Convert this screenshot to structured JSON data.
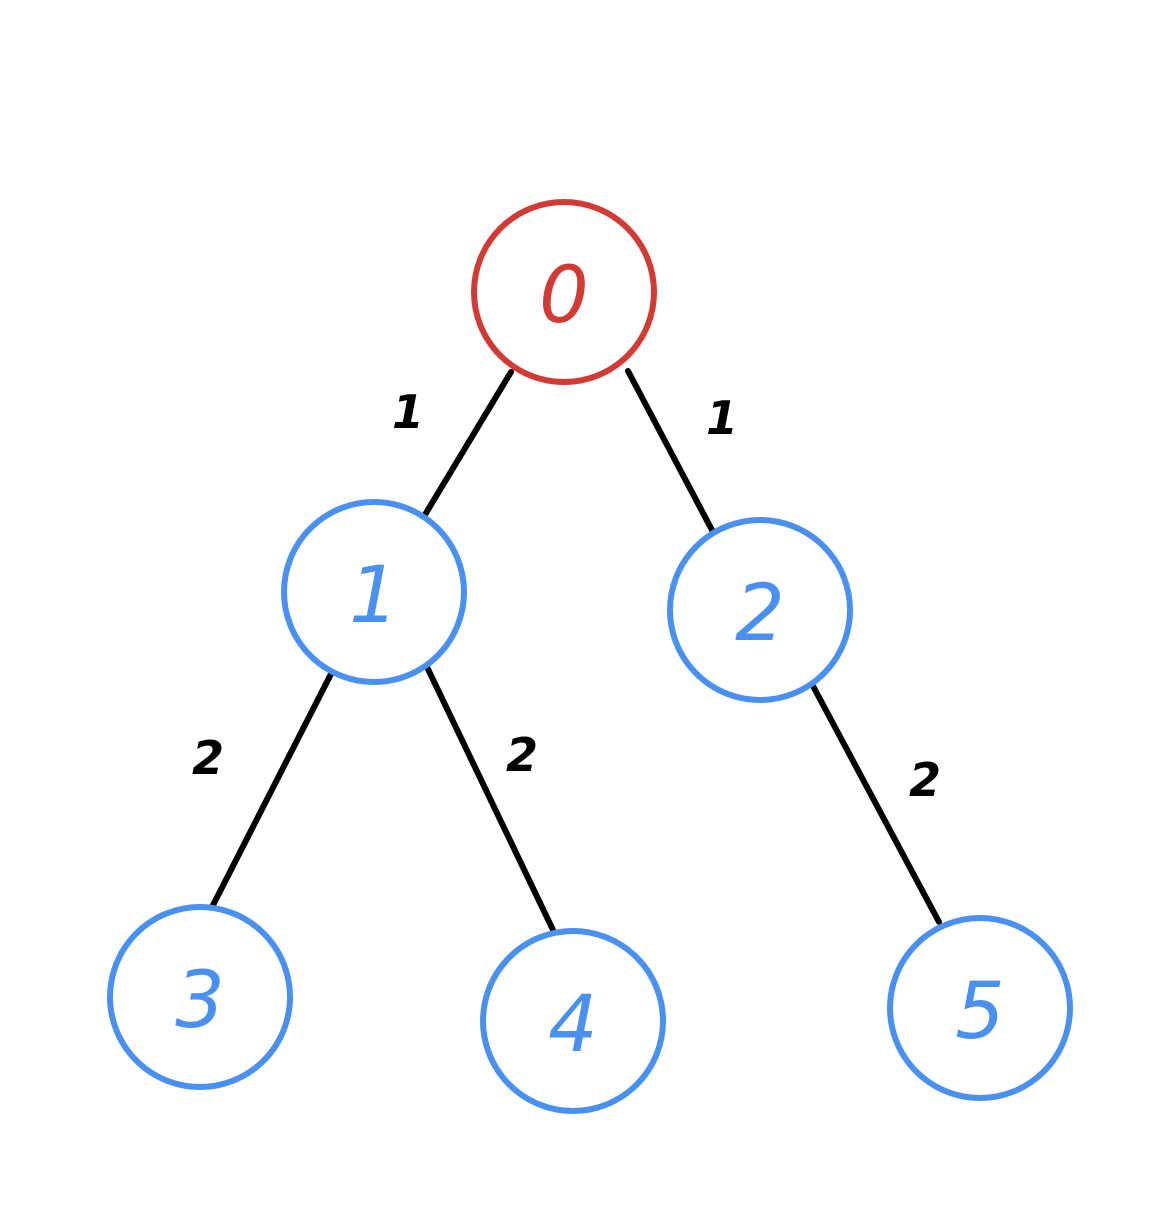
{
  "colors": {
    "root": "#d13a35",
    "node": "#4a90f0",
    "edge": "#000000",
    "background": "#ffffff"
  },
  "nodes": [
    {
      "id": "0",
      "label": "0",
      "role": "root"
    },
    {
      "id": "1",
      "label": "1",
      "role": "node"
    },
    {
      "id": "2",
      "label": "2",
      "role": "node"
    },
    {
      "id": "3",
      "label": "3",
      "role": "node"
    },
    {
      "id": "4",
      "label": "4",
      "role": "node"
    },
    {
      "id": "5",
      "label": "5",
      "role": "node"
    }
  ],
  "edges": [
    {
      "from": "0",
      "to": "1",
      "label": "1"
    },
    {
      "from": "0",
      "to": "2",
      "label": "1"
    },
    {
      "from": "1",
      "to": "3",
      "label": "2"
    },
    {
      "from": "1",
      "to": "4",
      "label": "2"
    },
    {
      "from": "2",
      "to": "5",
      "label": "2"
    }
  ]
}
